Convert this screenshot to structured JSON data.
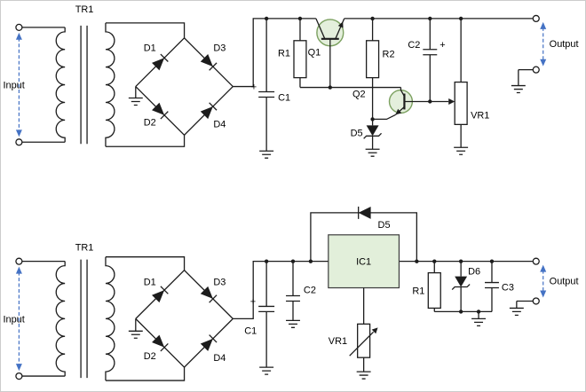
{
  "colors": {
    "wire": "#1c1c1c",
    "label": "#000000",
    "arrow": "#4472c4",
    "transistor_fill": "#e4efdc",
    "transistor_stroke": "#7ba05f",
    "ic_fill": "#e2efda",
    "ic_stroke": "#3c3c3c",
    "background": "#ffffff"
  },
  "top_circuit": {
    "input_label": "Input",
    "output_label": "Output",
    "tr1": "TR1",
    "d1": "D1",
    "d2": "D2",
    "d3": "D3",
    "d4": "D4",
    "d5": "D5",
    "c1": "C1",
    "c1_plus": "+",
    "c2": "C2",
    "c2_plus": "+",
    "r1": "R1",
    "r2": "R2",
    "q1": "Q1",
    "q2": "Q2",
    "vr1": "VR1"
  },
  "bottom_circuit": {
    "input_label": "Input",
    "output_label": "Output",
    "tr1": "TR1",
    "d1": "D1",
    "d2": "D2",
    "d3": "D3",
    "d4": "D4",
    "d5": "D5",
    "d6": "D6",
    "c1": "C1",
    "c1_plus": "+",
    "c2": "C2",
    "c3": "C3",
    "ic1": "IC1",
    "r1": "R1",
    "vr1": "VR1"
  }
}
